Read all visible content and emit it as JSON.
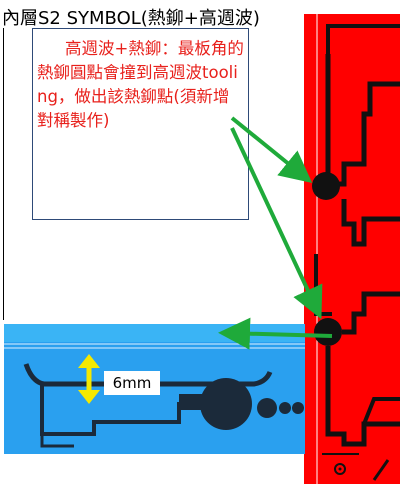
{
  "title": "內層S2 SYMBOL(熱鉚+高週波)",
  "note": {
    "text": "高週波+熱鉚：最板角的熱鉚圓點會撞到高週波tooling，做出該熱鉚點(須新增對稱製作)"
  },
  "dimension_label": "6mm",
  "colors": {
    "note_text": "#e8211c",
    "note_border": "#2e4a78",
    "panel_red": "#ff0000",
    "panel_blue": "#2aa0ef",
    "arrow_green": "#1faa3a",
    "dimension_arrow": "#f5e900"
  }
}
